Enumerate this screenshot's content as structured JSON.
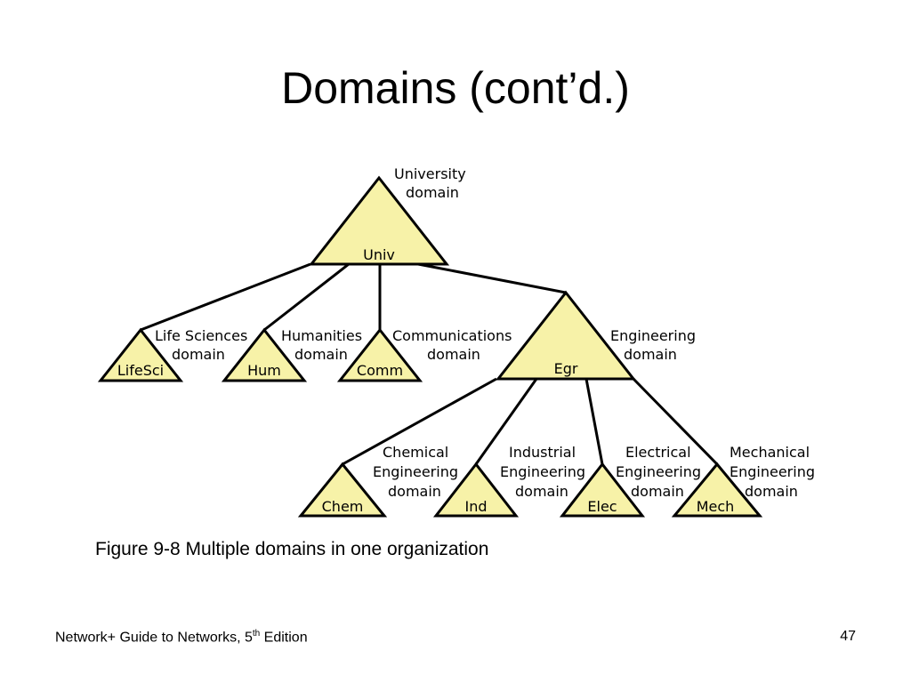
{
  "slide": {
    "title": "Domains (cont’d.)",
    "caption": "Figure 9-8 Multiple domains in one organization",
    "footer": {
      "text_before": "Network+ Guide to Networks, 5",
      "superscript": "th",
      "text_after": " Edition",
      "page_number": "47"
    }
  },
  "diagram": {
    "colors": {
      "triangle_fill": "#f7f2a8",
      "stroke": "#000000"
    },
    "nodes": [
      {
        "id": "univ",
        "code": "Univ",
        "label_lines": [
          "University",
          "domain"
        ],
        "parent": null
      },
      {
        "id": "lifesci",
        "code": "LifeSci",
        "label_lines": [
          "Life Sciences",
          "domain"
        ],
        "parent": "univ"
      },
      {
        "id": "hum",
        "code": "Hum",
        "label_lines": [
          "Humanities",
          "domain"
        ],
        "parent": "univ"
      },
      {
        "id": "comm",
        "code": "Comm",
        "label_lines": [
          "Communications",
          "domain"
        ],
        "parent": "univ"
      },
      {
        "id": "egr",
        "code": "Egr",
        "label_lines": [
          "Engineering",
          "domain"
        ],
        "parent": "univ"
      },
      {
        "id": "chem",
        "code": "Chem",
        "label_lines": [
          "Chemical",
          "Engineering",
          "domain"
        ],
        "parent": "egr"
      },
      {
        "id": "ind",
        "code": "Ind",
        "label_lines": [
          "Industrial",
          "Engineering",
          "domain"
        ],
        "parent": "egr"
      },
      {
        "id": "elec",
        "code": "Elec",
        "label_lines": [
          "Electrical",
          "Engineering",
          "domain"
        ],
        "parent": "egr"
      },
      {
        "id": "mech",
        "code": "Mech",
        "label_lines": [
          "Mechanical",
          "Engineering",
          "domain"
        ],
        "parent": "egr"
      }
    ]
  }
}
